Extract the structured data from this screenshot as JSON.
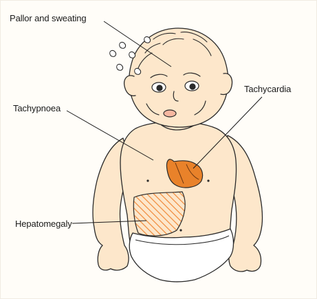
{
  "diagram": {
    "labels": {
      "pallor_and_sweating": "Pallor and sweating",
      "tachycardia": "Tachycardia",
      "tachypnoea": "Tachypnoea",
      "hepatomegaly": "Hepatomegaly"
    },
    "colors": {
      "skin": "#fde7cb",
      "outline": "#2a2a2a",
      "heart": "#e9822a",
      "liver_hatch": "#f08a3a",
      "nappy": "#ffffff",
      "background": "#fffdf8"
    }
  }
}
